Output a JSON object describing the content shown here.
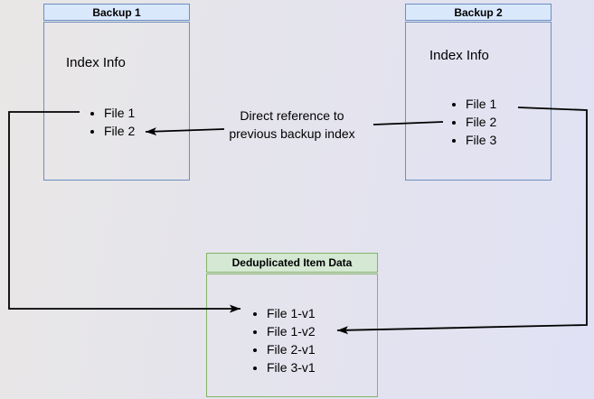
{
  "diagram": {
    "backup1": {
      "title": "Backup 1",
      "label": "Index Info",
      "items": [
        "File 1",
        "File 2"
      ]
    },
    "backup2": {
      "title": "Backup 2",
      "label": "Index Info",
      "items": [
        "File 1",
        "File 2",
        "File 3"
      ]
    },
    "dedup": {
      "title": "Deduplicated Item Data",
      "items": [
        "File 1-v1",
        "File 1-v2",
        "File 2-v1",
        "File 3-v1"
      ]
    },
    "annotation": {
      "line1": "Direct reference to",
      "line2": "previous backup index"
    },
    "colors": {
      "blue_border": "#6c8ebf",
      "blue_header_fill": "#dae8fc",
      "green_border": "#82b366",
      "green_header_fill": "#d5e8d4",
      "connector": "#000000"
    }
  }
}
